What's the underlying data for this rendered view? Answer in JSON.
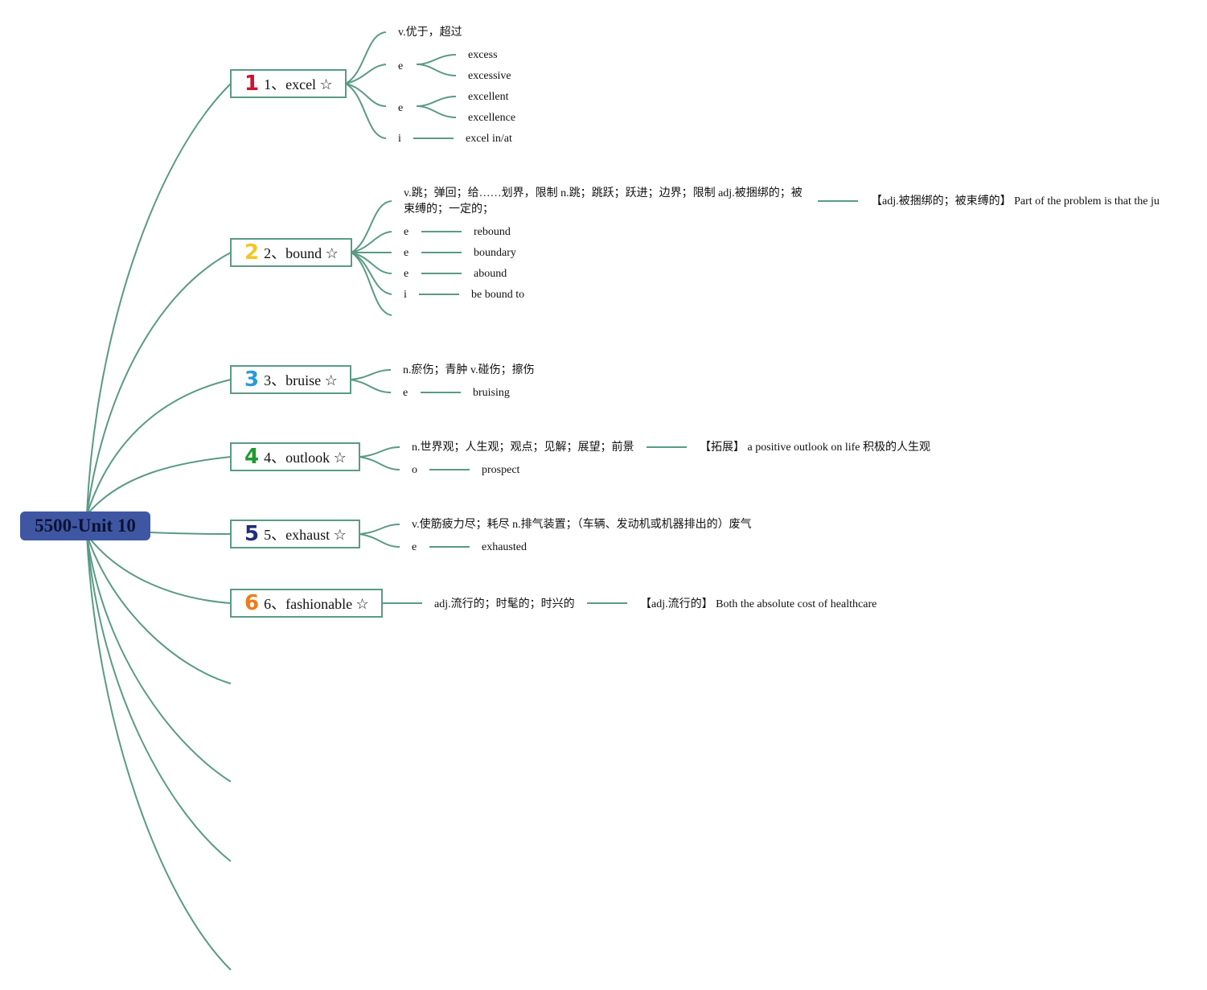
{
  "root": {
    "label": "5500-Unit 10"
  },
  "line_color": "#5a9a86",
  "nodes": [
    {
      "label": "1、excel ☆",
      "num": "1",
      "num_color": "#d0102e",
      "def": "v.优于，超过",
      "children": [
        {
          "key": "e",
          "items": [
            "excess",
            "excessive"
          ]
        },
        {
          "key": "e",
          "items": [
            "excellent",
            "excellence"
          ]
        },
        {
          "key": "i",
          "items": [
            "excel in/at"
          ]
        }
      ]
    },
    {
      "label": "2、bound ☆",
      "num": "2",
      "num_color": "#f2c624",
      "def": "v.跳；弹回；给……划界，限制 n.跳；跳跃；跃进；边界；限制 adj.被捆绑的；被束缚的；一定的；",
      "note": "【adj.被捆绑的；被束缚的】 Part of the problem is that the ju",
      "children": [
        {
          "key": "e",
          "items": [
            "rebound"
          ]
        },
        {
          "key": "e",
          "items": [
            "boundary"
          ]
        },
        {
          "key": "e",
          "items": [
            "abound"
          ]
        },
        {
          "key": "i",
          "items": [
            "be bound to"
          ]
        }
      ]
    },
    {
      "label": "3、bruise ☆",
      "num": "3",
      "num_color": "#2a9ad8",
      "def": "n.瘀伤；青肿 v.碰伤；擦伤",
      "children": [
        {
          "key": "e",
          "items": [
            "bruising"
          ]
        }
      ]
    },
    {
      "label": "4、outlook ☆",
      "num": "4",
      "num_color": "#1f9a2c",
      "def": "n.世界观；人生观；观点；见解；展望；前景",
      "note": "【拓展】 a positive outlook on life 积极的人生观",
      "children": [
        {
          "key": "o",
          "items": [
            "prospect"
          ]
        }
      ]
    },
    {
      "label": "5、exhaust ☆",
      "num": "5",
      "num_color": "#1d2f7a",
      "def": "v.使筋疲力尽；耗尽 n.排气装置；（车辆、发动机或机器排出的）废气",
      "children": [
        {
          "key": "e",
          "items": [
            "exhausted"
          ]
        }
      ]
    },
    {
      "label": "6、fashionable ☆",
      "num": "6",
      "num_color": "#f07a1a",
      "def": "adj.流行的；时髦的；时兴的",
      "note": "【adj.流行的】 Both the absolute cost of healthcare",
      "children": []
    }
  ]
}
